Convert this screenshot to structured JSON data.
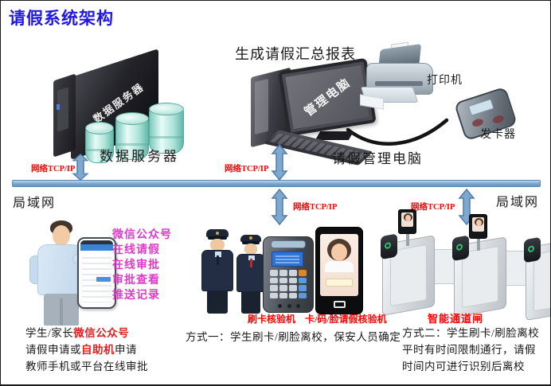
{
  "title": "请假系统架构",
  "colors": {
    "title_blue": "#2016e6",
    "label_red": "#ff0000",
    "feature_magenta": "#dd3cc8",
    "lan_bar_blue": "#7aa6cd",
    "arrow_blue": "#7fa8cf"
  },
  "top": {
    "report_label": "生成请假汇总报表",
    "server": {
      "device_label": "数据服务器",
      "caption": "数据服务器"
    },
    "computer": {
      "device_label": "管理电脑",
      "caption": "请假管理电脑"
    },
    "printer": {
      "label": "打印机"
    },
    "card_issuer": {
      "label": "发卡器"
    }
  },
  "network": {
    "lan_left": "局域网",
    "lan_right": "局域网",
    "tcp_server": "网络TCP/IP",
    "tcp_computer": "网络TCP/IP",
    "tcp_checkpoint": "网络TCP/IP",
    "tcp_gate": "网络TCP/IP"
  },
  "wechat": {
    "features": [
      "微信公众号",
      "在线请假",
      "在线审批",
      "审批查看",
      "推送记录"
    ],
    "caption_l1_black": "学生/家长",
    "caption_l1_red": "微信公众号",
    "caption_l2_black1": "请假申请或",
    "caption_l2_red": "自助机",
    "caption_l2_black2": "申请",
    "caption_l3": "教师手机或平台在线审批"
  },
  "checkpoint": {
    "card_reader_label": "刷卡核验机",
    "face_terminal_label": "卡/码/脸请假核验机",
    "caption": "方式一：学生刷卡/刷脸离校，保安人员确定"
  },
  "gate": {
    "label": "智能通道闸",
    "caption_lines": [
      "方式二：学生刷卡/刷脸离校",
      "平时有时间限制通行，请假",
      "时间内可进行识别后离校"
    ]
  }
}
